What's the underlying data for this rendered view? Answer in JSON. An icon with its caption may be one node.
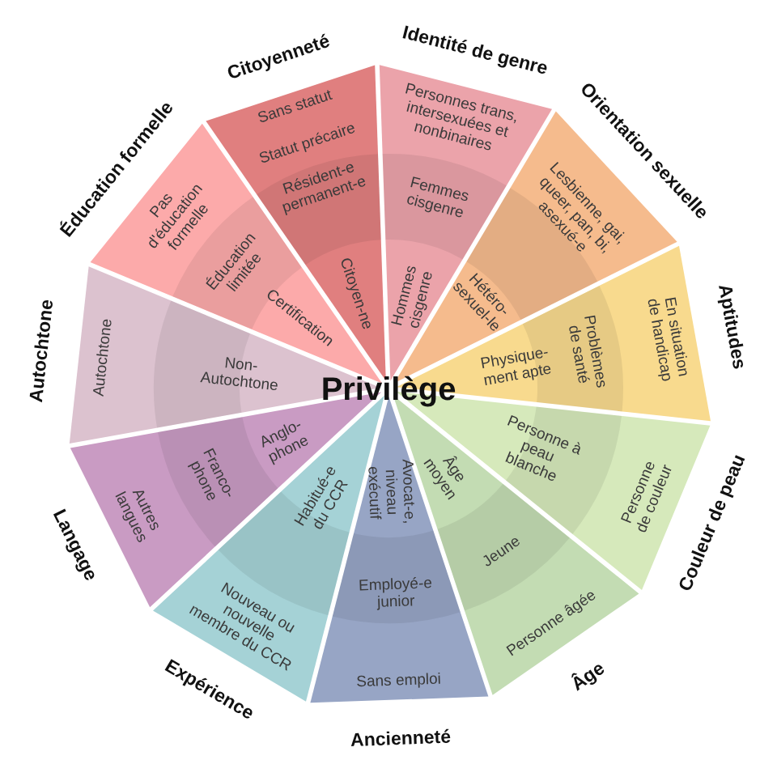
{
  "diagram": {
    "nodes": [
      {
        "text": [
          "Identité de genre"
        ]
      },
      {
        "text": [
          "Personnes trans, intersexuées et nonbinaires"
        ],
        "in": 0
      },
      {
        "text": [
          "Femmes cisgenre"
        ],
        "in": 0
      },
      {
        "text": [
          "Hommes cisgenre"
        ],
        "in": 0
      },
      {
        "text": [
          "Orientation sexuelle"
        ]
      },
      {
        "text": [
          "Lesbienne, gai, queer, pan, bi, asexué-e"
        ],
        "in": 4
      },
      {
        "text": [
          "Hétéro- sexuel-le"
        ],
        "in": 4
      },
      {
        "text": [
          "Aptitudes"
        ]
      },
      {
        "text": [
          "En situation de handicap"
        ],
        "in": 7
      },
      {
        "text": [
          "Problèmes de santé"
        ],
        "in": 7
      },
      {
        "text": [
          "Physique- ment apte"
        ],
        "in": 7
      },
      {
        "text": [
          "Couleur de peau"
        ]
      },
      {
        "text": [
          "Personne de couleur"
        ],
        "in": 11
      },
      {
        "text": [
          "Personne à peau blanche"
        ],
        "in": 11
      },
      {
        "text": [
          "Âge"
        ]
      },
      {
        "text": [
          "Personne âgée"
        ],
        "in": 14
      },
      {
        "text": [
          "Jeune"
        ],
        "in": 14
      },
      {
        "text": [
          "Âge moyen"
        ],
        "in": 14
      },
      {
        "text": [
          "Ancienneté"
        ]
      },
      {
        "text": [
          "Sans emploi"
        ],
        "in": 18
      },
      {
        "text": [
          "Employé-e junior"
        ],
        "in": 18
      },
      {
        "text": [
          "Avocat-e, niveau exécutif"
        ],
        "in": 18
      },
      {
        "text": [
          "Expérience"
        ]
      },
      {
        "text": [
          "Nouveau ou nouvelle membre du CCR"
        ],
        "in": 22
      },
      {
        "text": [
          "Habitué-e du CCR"
        ],
        "in": 22
      },
      {
        "text": [
          "Langage"
        ]
      },
      {
        "text": [
          "Autres langues"
        ],
        "in": 25
      },
      {
        "text": [
          "Franco- phone"
        ],
        "in": 25
      },
      {
        "text": [
          "Anglo- phone"
        ],
        "in": 25
      },
      {
        "text": [
          "Autochtone"
        ]
      },
      {
        "text": [
          "Autochtone"
        ],
        "in": 29
      },
      {
        "text": [
          "Non- Autochtone"
        ],
        "in": 29
      },
      {
        "text": [
          "Éducation formelle"
        ]
      },
      {
        "text": [
          "Pas d'éducation formelle"
        ],
        "in": 32
      },
      {
        "text": [
          "Éducation limitée"
        ],
        "in": 32
      },
      {
        "text": [
          "Certification"
        ],
        "in": 32
      },
      {
        "text": [
          "Citoyenneté"
        ]
      },
      {
        "text": [
          "Sans statut"
        ],
        "in": 36
      },
      {
        "text": [
          "Statut précaire"
        ],
        "in": 36
      },
      {
        "text": [
          "Résident-e permanent-e"
        ],
        "in": 36
      },
      {
        "text": [
          "Citoyen-ne"
        ],
        "in": 36
      }
    ],
    "labels": [
      "Privilège"
    ]
  }
}
